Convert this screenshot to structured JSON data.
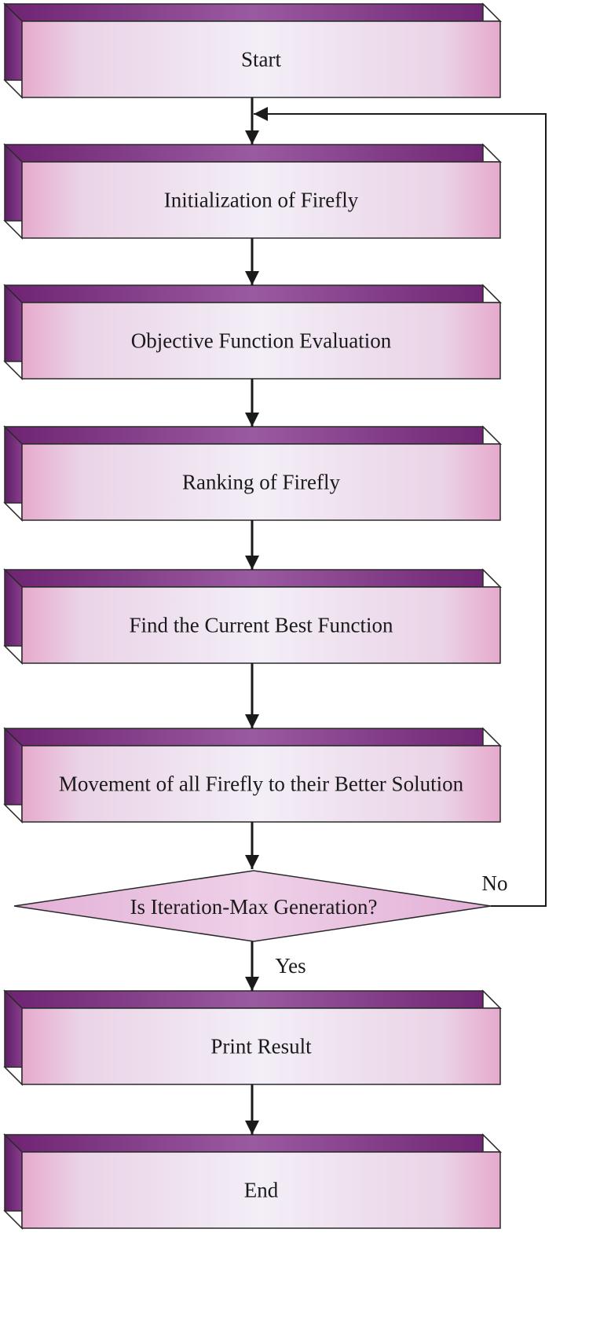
{
  "steps": [
    {
      "id": "start",
      "label": "Start"
    },
    {
      "id": "init",
      "label": "Initialization of Firefly"
    },
    {
      "id": "evaluate",
      "label": "Objective Function Evaluation"
    },
    {
      "id": "rank",
      "label": "Ranking of Firefly"
    },
    {
      "id": "best",
      "label": "Find the Current Best Function"
    },
    {
      "id": "move",
      "label": "Movement of all Firefly to their Better Solution"
    },
    {
      "id": "print",
      "label": "Print Result"
    },
    {
      "id": "end",
      "label": "End"
    }
  ],
  "decision": {
    "label": "Is Iteration-Max Generation?",
    "yes_label": "Yes",
    "no_label": "No"
  },
  "colors": {
    "face_edge": "#e6a9cc",
    "face_center": "#f1eaf5",
    "top_bevel": "#7a2c7c",
    "side_bevel": "#6b2870",
    "diamond_fill": "#e9bde0"
  }
}
